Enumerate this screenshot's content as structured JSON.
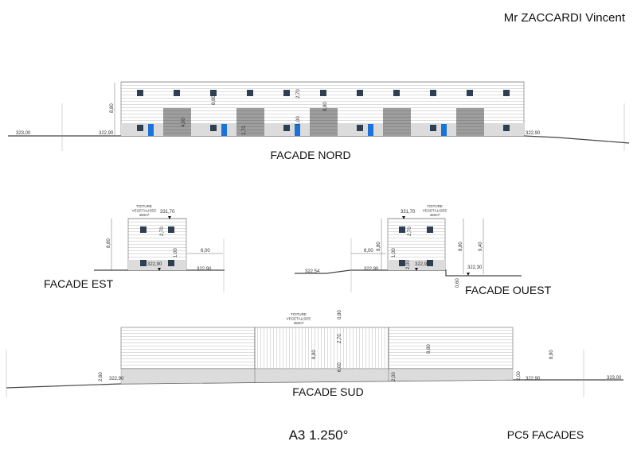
{
  "header": {
    "owner": "Mr  ZACCARDI  Vincent"
  },
  "footer": {
    "scale": "A3 1.250°",
    "sheet": "PC5  FACADES"
  },
  "colors": {
    "window": "#2e3f52",
    "door": "#1a73d9",
    "garage": "#9a9a9a",
    "plinth": "#dcdcdc",
    "line": "#555555"
  },
  "facade_nord": {
    "title": "FACADE  NORD",
    "levels": {
      "left_ground": "323,00",
      "left_building": "322,90",
      "right_building": "322,90"
    },
    "dims": {
      "height": "8,80",
      "height2": "8,80",
      "height3": "8,80",
      "upper": "2,70",
      "garage": "4,00",
      "door": "2,70",
      "plinth": "1,00"
    }
  },
  "facade_est": {
    "title": "FACADE  EST",
    "roof": [
      "TOITURE",
      "VEGETALISEE",
      "450m²"
    ],
    "levels": {
      "top": "331,70",
      "floor": "322,90",
      "ground": "322.90"
    },
    "dims": {
      "height": "8,80",
      "upper": "2,70",
      "plinth": "1,00",
      "offset": "6,00"
    }
  },
  "facade_ouest": {
    "title": "FACADE  OUEST",
    "roof": [
      "TOITURE",
      "VEGETALISEE",
      "450m²"
    ],
    "levels": {
      "top": "331,70",
      "floor": "322,90",
      "ground_left": "322.90",
      "road": "322.54",
      "ground_right": "322,30"
    },
    "dims": {
      "height": "8,80",
      "height_right": "8,80",
      "height_total": "9,40",
      "upper": "2,70",
      "plinth": "1,00",
      "door": "2,00",
      "offset": "6,00",
      "drop": "0,60"
    }
  },
  "facade_sud": {
    "title": "FACADE  SUD",
    "roof": [
      "TOITURE",
      "VEGETALISEE",
      "450m²"
    ],
    "levels": {
      "left": "322,90",
      "right": "322,90",
      "right_ground": "323,00"
    },
    "dims": {
      "parapet": "0,80",
      "upper": "2,70",
      "height": "8,80",
      "height2": "8,80",
      "height_right": "8,80",
      "lower": "6,00",
      "left_plinth": "2,60",
      "mid_plinth": "2,00",
      "right_plinth": "2,00"
    }
  }
}
